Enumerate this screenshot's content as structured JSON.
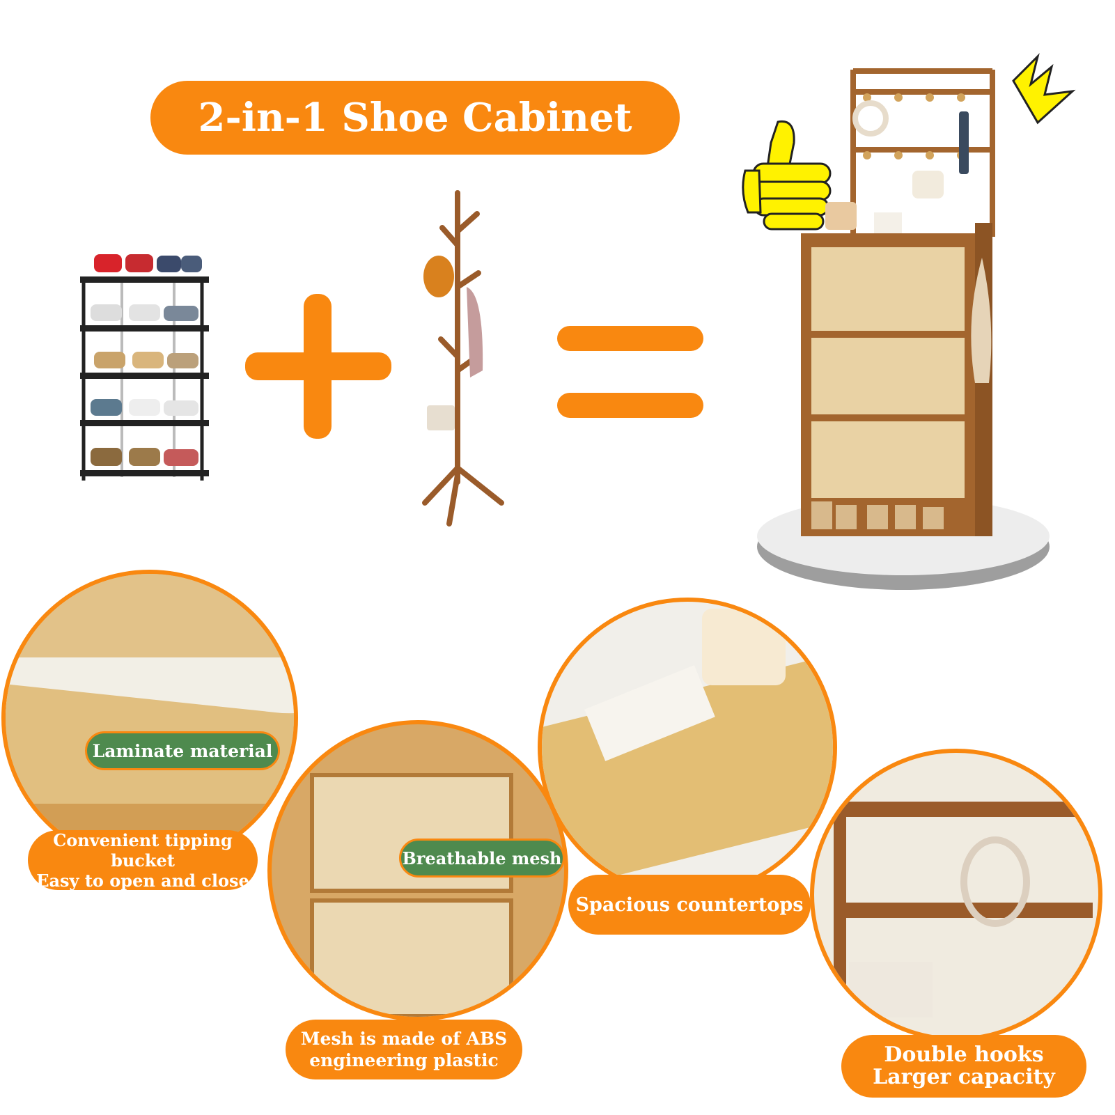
{
  "title": "2-in-1 Shoe Cabinet",
  "features": {
    "tipping_bucket": {
      "line1": "Convenient tipping bucket",
      "line2": "Easy to open and close"
    },
    "laminate": "Laminate material",
    "mesh": "Breathable mesh",
    "abs": {
      "line1": "Mesh is made of ABS",
      "line2": "engineering plastic"
    },
    "countertops": "Spacious countertops",
    "hooks": {
      "line1": "Double hooks",
      "line2": "Larger capacity"
    }
  },
  "colors": {
    "accent": "#F98810",
    "green_label": "#4E8A4E",
    "wood": "#A3652E",
    "rattan": "#E9D2A4",
    "yellow": "#FFF200"
  },
  "icons": [
    "shoe-rack-icon",
    "plus-icon",
    "coat-stand-icon",
    "equals-icon",
    "cabinet-icon",
    "thumbs-up-icon",
    "sparkle-icon"
  ]
}
